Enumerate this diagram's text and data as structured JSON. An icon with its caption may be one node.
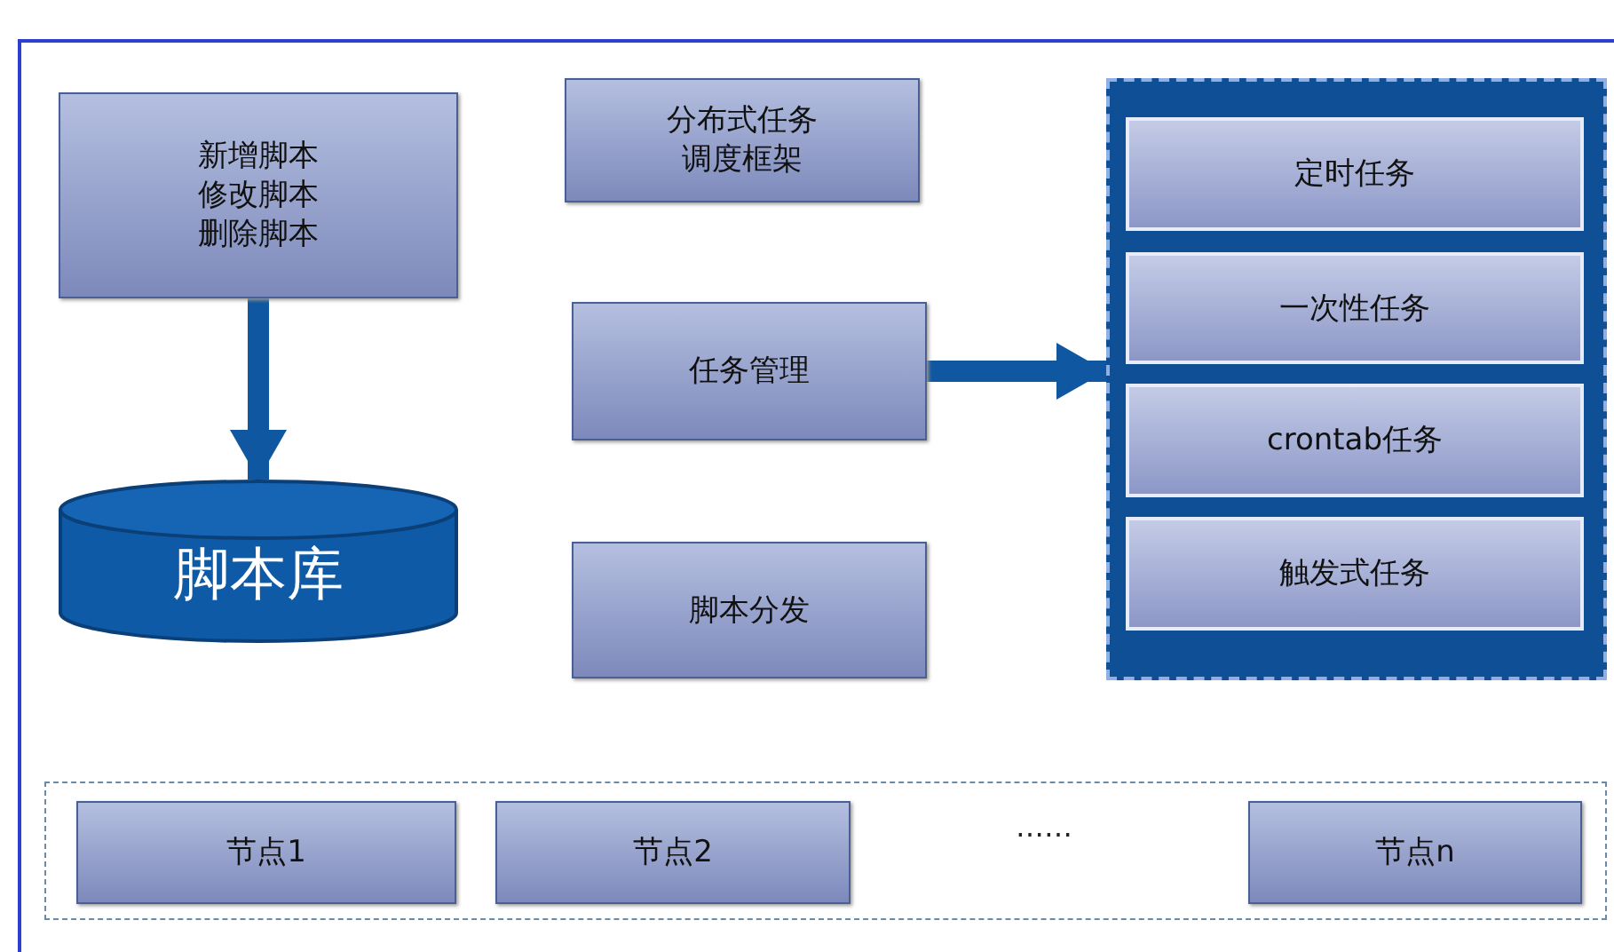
{
  "diagram": {
    "nodes": [
      {
        "text": [
          "新增脚本",
          "修改脚本",
          "删除脚本"
        ]
      },
      {
        "text": [
          "脚本库"
        ]
      },
      {
        "text": [
          "分布式任务调度框架"
        ]
      },
      {
        "text": [
          "任务管理"
        ]
      },
      {
        "text": [
          "脚本分发"
        ]
      },
      {
        "text": [],
        "shape": "box"
      },
      {
        "text": [
          "定时任务"
        ],
        "in": 5
      },
      {
        "text": [
          "一次性任务"
        ],
        "in": 5
      },
      {
        "text": [
          "crontab任务"
        ],
        "in": 5
      },
      {
        "text": [
          "触发式任务"
        ],
        "in": 5
      },
      {
        "text": [],
        "shape": "box"
      },
      {
        "text": [
          "节点1"
        ],
        "in": 10
      },
      {
        "text": [
          "节点2"
        ],
        "in": 10
      },
      {
        "text": [
          "节点n"
        ],
        "in": 10
      }
    ],
    "edges": [
      {
        "from": 0,
        "to": 1,
        "arrow": "to"
      },
      {
        "from": 3,
        "to": 5,
        "arrow": "to"
      }
    ],
    "labels": [
      "……"
    ]
  }
}
